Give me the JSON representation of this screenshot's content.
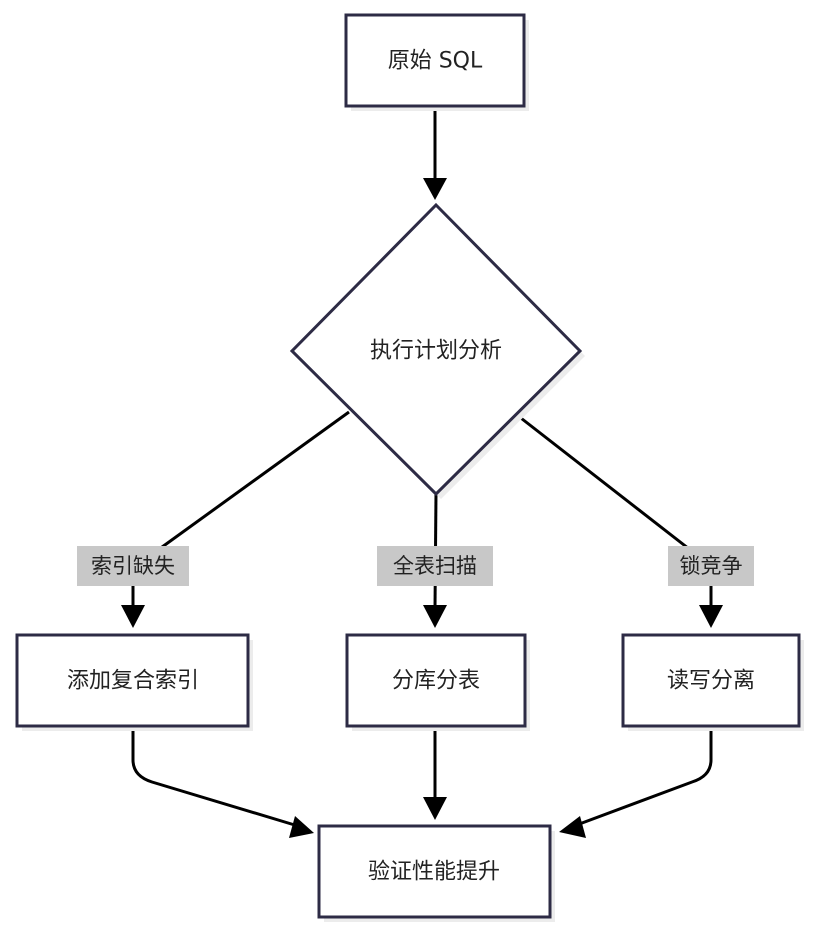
{
  "nodes": {
    "start": "原始 SQL",
    "decision": "执行计划分析",
    "left": "添加复合索引",
    "middle": "分库分表",
    "right": "读写分离",
    "end": "验证性能提升"
  },
  "edge_labels": {
    "left": "索引缺失",
    "middle": "全表扫描",
    "right": "锁竞争"
  },
  "colors": {
    "node_border": "#2d2b45",
    "edge": "#000000",
    "label_background": "#c8c8c8"
  }
}
